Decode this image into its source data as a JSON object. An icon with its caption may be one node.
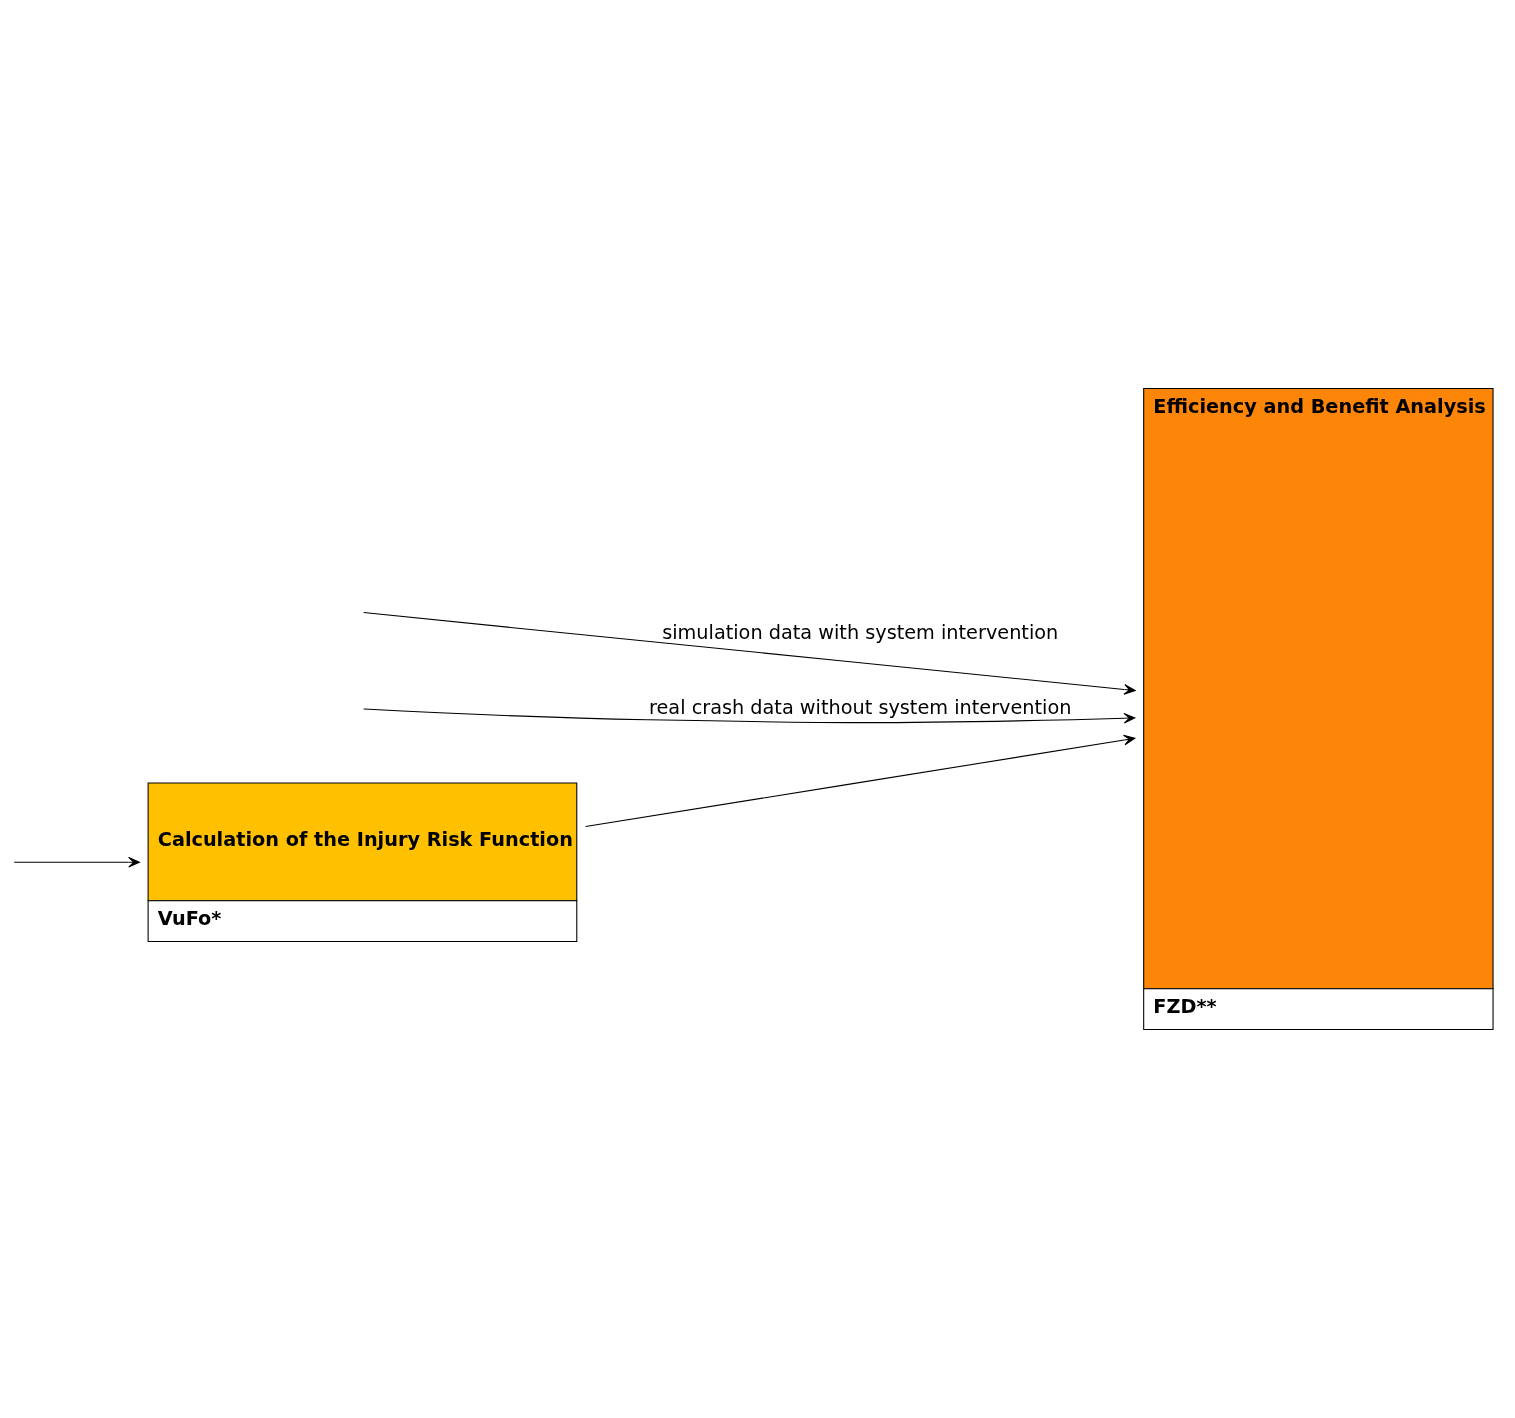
{
  "diagram": {
    "nodes": [
      {
        "text": [
          "Calculation of the Injury Risk Function",
          "VuFo*"
        ]
      },
      {
        "text": [
          "Efficiency and Benefit Analysis",
          "FZD**"
        ]
      }
    ],
    "edges": [
      {
        "from": null,
        "to": 0,
        "arrow": "to"
      },
      {
        "from": 0,
        "to": 1,
        "arrow": "to"
      },
      {
        "from": null,
        "to": 1,
        "arrow": "to",
        "label": "simulation data with system intervention"
      },
      {
        "from": null,
        "to": 1,
        "arrow": "to",
        "label": "real crash data without system intervention"
      }
    ]
  }
}
